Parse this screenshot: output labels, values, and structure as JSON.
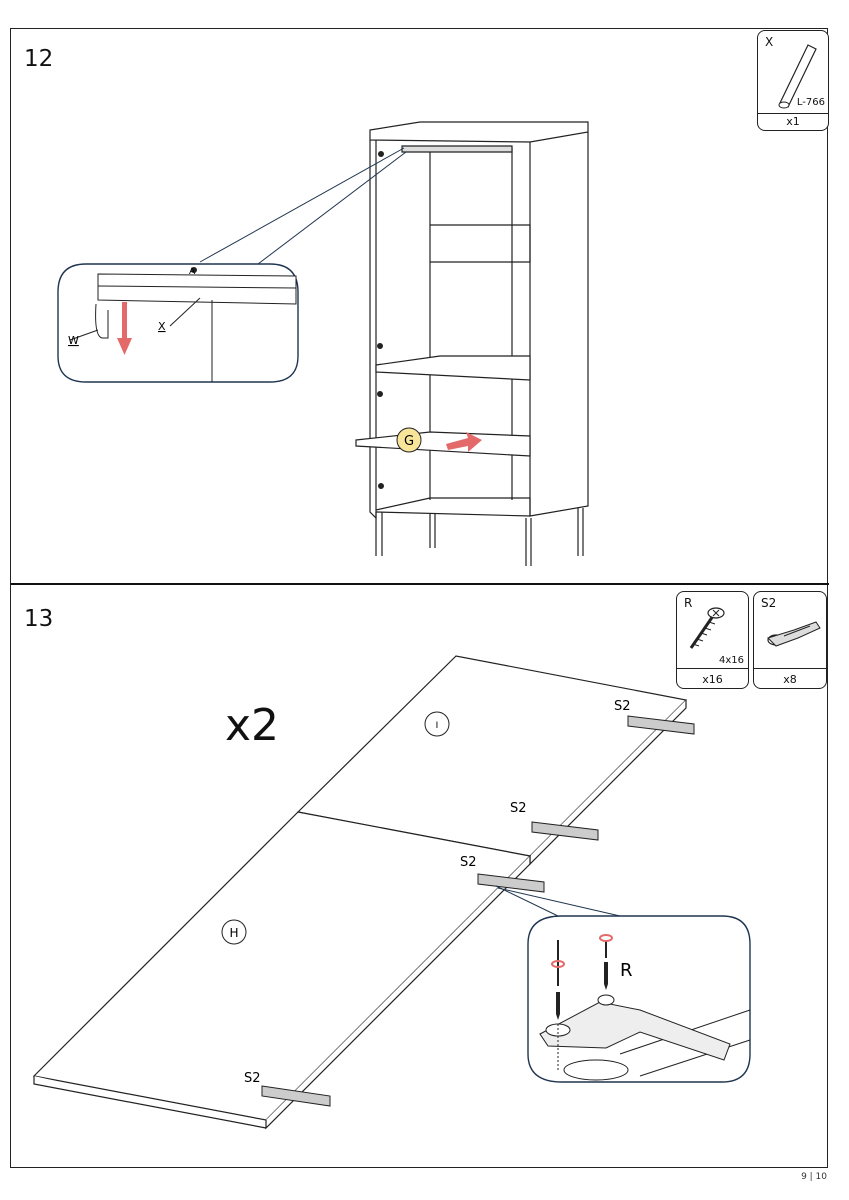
{
  "page": {
    "number": "9 | 10"
  },
  "step12": {
    "number": "12",
    "part": {
      "code": "X",
      "size": "L-766",
      "qty": "x1"
    },
    "labels": {
      "bar": "X",
      "hook": "W",
      "panel": "G",
      "detail_marker": "A"
    }
  },
  "step13": {
    "number": "13",
    "multiplier": "x2",
    "parts": [
      {
        "code": "R",
        "size": "4x16",
        "qty": "x16"
      },
      {
        "code": "S2",
        "qty": "x8"
      }
    ],
    "labels": {
      "door_upper": "I",
      "door_lower": "H",
      "hinge": "S2",
      "screw": "R"
    }
  }
}
